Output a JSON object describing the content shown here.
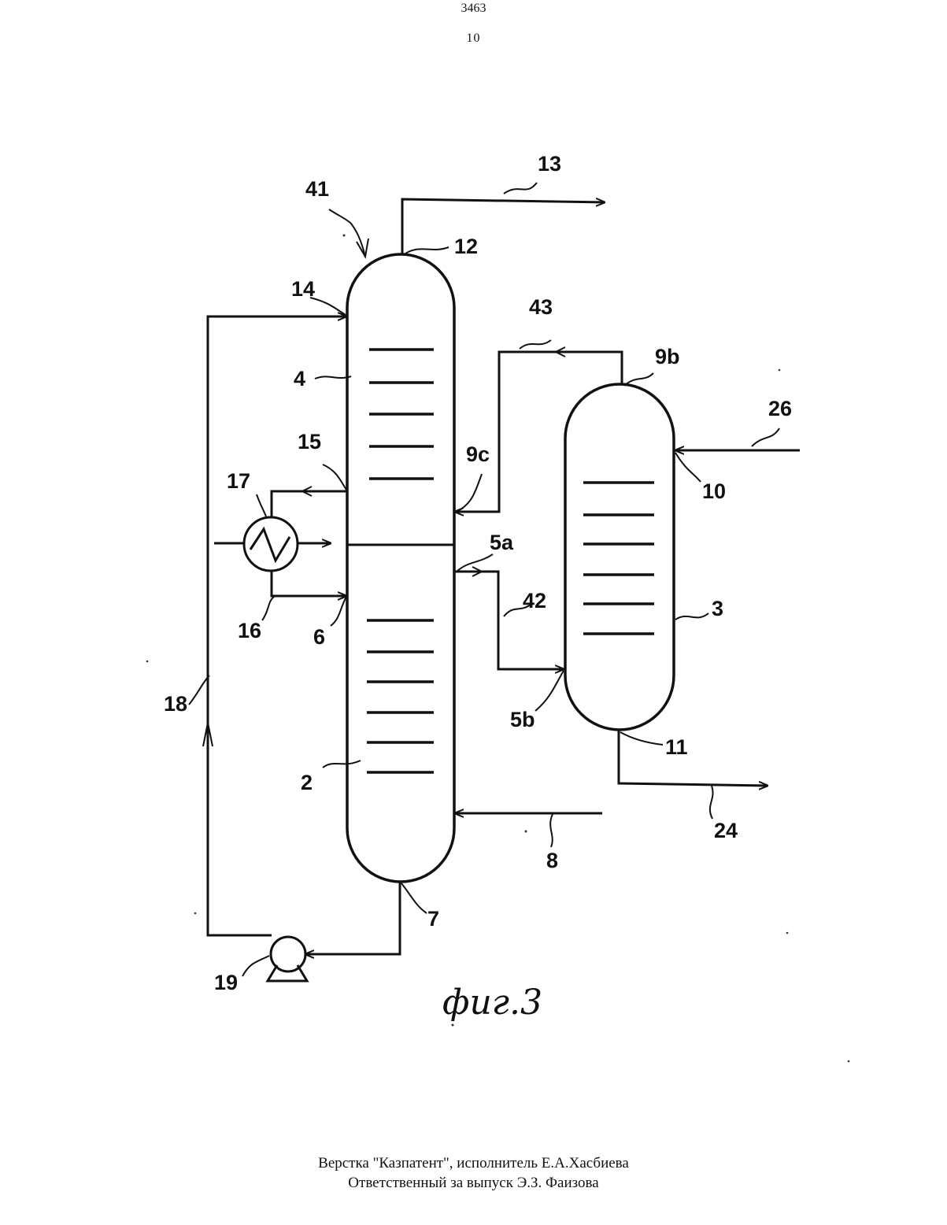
{
  "header": {
    "page_number": "3463",
    "sheet_number": "10"
  },
  "figure": {
    "caption": "фиг.3",
    "labels": {
      "l41": "41",
      "l13": "13",
      "l12": "12",
      "l14": "14",
      "l4": "4",
      "l43": "43",
      "l9b": "9b",
      "l26": "26",
      "l10": "10",
      "l15": "15",
      "l9c": "9c",
      "l17": "17",
      "l5a": "5a",
      "l42": "42",
      "l16": "16",
      "l6": "6",
      "l3": "3",
      "l18": "18",
      "l5b": "5b",
      "l11": "11",
      "l2": "2",
      "l24": "24",
      "l8": "8",
      "l7": "7",
      "l19": "19"
    }
  },
  "footer": {
    "line1": "Верстка \"Казпатент\", исполнитель  Е.А.Хасбиева",
    "line2": "Ответственный за выпуск Э.З. Фаизова"
  }
}
